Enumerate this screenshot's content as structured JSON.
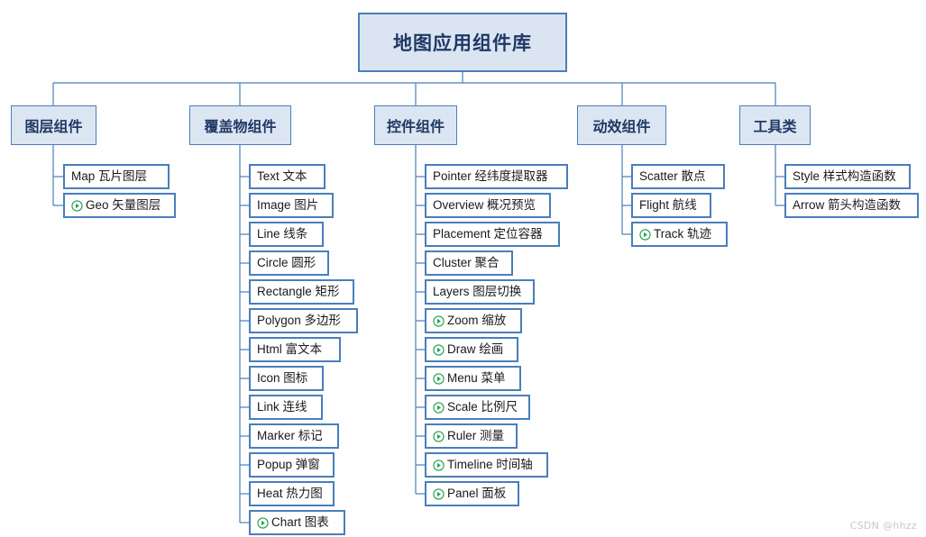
{
  "diagram": {
    "type": "tree",
    "title": "地图应用组件库",
    "colors": {
      "root_fill": "#dbe5f1",
      "root_border": "#4a7ebb",
      "category_fill": "#dce6f2",
      "category_border": "#4a7ebb",
      "leaf_fill": "#ffffff",
      "leaf_border": "#4a7ebb",
      "connector": "#4a7ebb",
      "text": "#1f3864",
      "play_icon": "#22a04a",
      "watermark": "#c9c9c9",
      "background": "#ffffff"
    },
    "root": {
      "label": "地图应用组件库"
    },
    "categories": [
      {
        "id": "layer",
        "label": "图层组件",
        "children": [
          {
            "label": "Map 瓦片图层",
            "icon": null
          },
          {
            "label": "Geo 矢量图层",
            "icon": "play-icon"
          }
        ]
      },
      {
        "id": "overlay",
        "label": "覆盖物组件",
        "children": [
          {
            "label": "Text 文本",
            "icon": null
          },
          {
            "label": "Image 图片",
            "icon": null
          },
          {
            "label": "Line 线条",
            "icon": null
          },
          {
            "label": "Circle 圆形",
            "icon": null
          },
          {
            "label": "Rectangle 矩形",
            "icon": null
          },
          {
            "label": "Polygon 多边形",
            "icon": null
          },
          {
            "label": "Html 富文本",
            "icon": null
          },
          {
            "label": "Icon 图标",
            "icon": null
          },
          {
            "label": "Link 连线",
            "icon": null
          },
          {
            "label": "Marker 标记",
            "icon": null
          },
          {
            "label": "Popup 弹窗",
            "icon": null
          },
          {
            "label": "Heat 热力图",
            "icon": null
          },
          {
            "label": "Chart 图表",
            "icon": "play-icon"
          }
        ]
      },
      {
        "id": "control",
        "label": "控件组件",
        "children": [
          {
            "label": "Pointer 经纬度提取器",
            "icon": null
          },
          {
            "label": "Overview 概况预览",
            "icon": null
          },
          {
            "label": "Placement 定位容器",
            "icon": null
          },
          {
            "label": "Cluster 聚合",
            "icon": null
          },
          {
            "label": "Layers 图层切换",
            "icon": null
          },
          {
            "label": "Zoom 缩放",
            "icon": "play-icon"
          },
          {
            "label": "Draw 绘画",
            "icon": "play-icon"
          },
          {
            "label": "Menu 菜单",
            "icon": "play-icon"
          },
          {
            "label": "Scale 比例尺",
            "icon": "play-icon"
          },
          {
            "label": "Ruler 测量",
            "icon": "play-icon"
          },
          {
            "label": "Timeline 时间轴",
            "icon": "play-icon"
          },
          {
            "label": "Panel 面板",
            "icon": "play-icon"
          }
        ]
      },
      {
        "id": "animation",
        "label": "动效组件",
        "children": [
          {
            "label": "Scatter 散点",
            "icon": null
          },
          {
            "label": "Flight 航线",
            "icon": null
          },
          {
            "label": "Track 轨迹",
            "icon": "play-icon"
          }
        ]
      },
      {
        "id": "tools",
        "label": "工具类",
        "children": [
          {
            "label": "Style 样式构造函数",
            "icon": null
          },
          {
            "label": "Arrow 箭头构造函数",
            "icon": null
          }
        ]
      }
    ],
    "watermark": "CSDN @hhzz"
  }
}
